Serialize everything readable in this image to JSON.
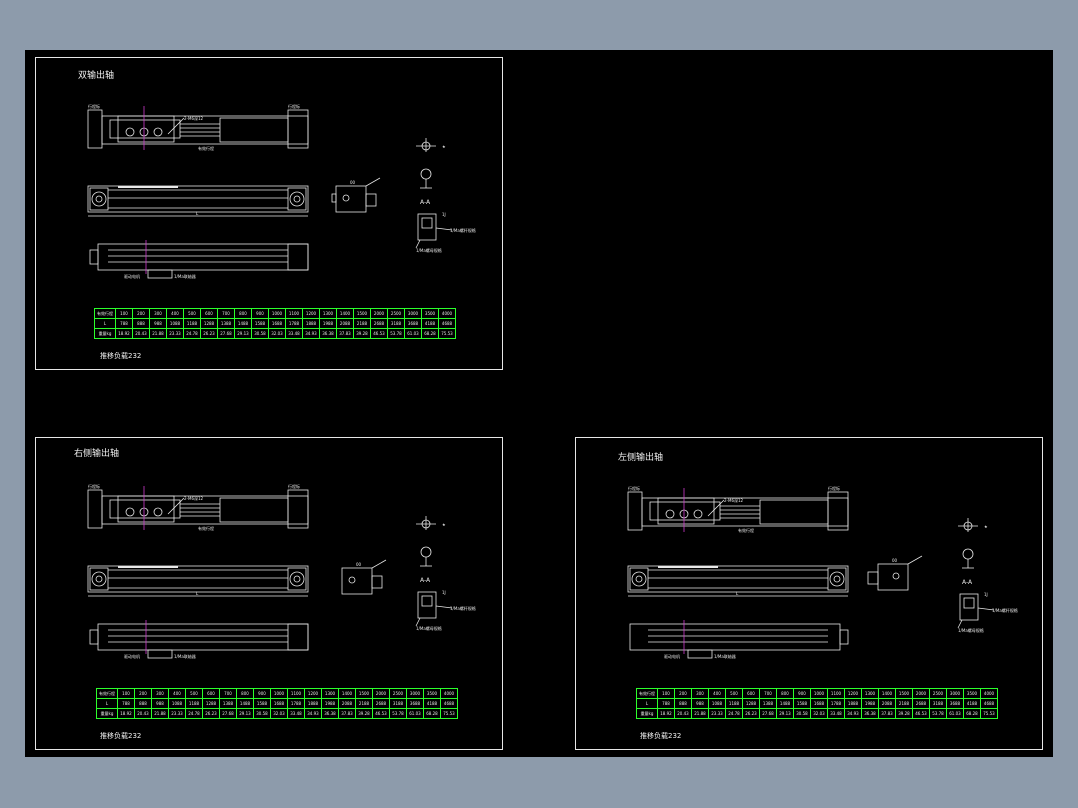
{
  "sheets": [
    {
      "id": "double",
      "title": "双输出轴",
      "note": "推移负载232",
      "rows": [
        {
          "label": "有效行程",
          "values": [
            "100",
            "200",
            "300",
            "400",
            "500",
            "600",
            "700",
            "800",
            "900",
            "1000",
            "1100",
            "1200",
            "1300",
            "1400",
            "1500",
            "2000",
            "2500",
            "3000",
            "3500",
            "4000"
          ]
        },
        {
          "label": "L",
          "values": [
            "788",
            "888",
            "988",
            "1088",
            "1188",
            "1288",
            "1388",
            "1488",
            "1588",
            "1688",
            "1788",
            "1888",
            "1988",
            "2088",
            "2188",
            "2688",
            "3188",
            "3688",
            "4188",
            "4688"
          ]
        },
        {
          "label": "重量kg",
          "values": [
            "18.92",
            "20.43",
            "21.88",
            "23.33",
            "24.78",
            "26.23",
            "27.68",
            "29.13",
            "30.58",
            "32.03",
            "33.48",
            "34.93",
            "36.38",
            "37.83",
            "39.28",
            "46.53",
            "53.78",
            "61.03",
            "68.28",
            "75.53"
          ]
        }
      ]
    },
    {
      "id": "right",
      "title": "右侧输出轴",
      "note": "推移负载232",
      "rows": [
        {
          "label": "有效行程",
          "values": [
            "100",
            "200",
            "300",
            "400",
            "500",
            "600",
            "700",
            "800",
            "900",
            "1000",
            "1100",
            "1200",
            "1300",
            "1400",
            "1500",
            "2000",
            "2500",
            "3000",
            "3500",
            "4000"
          ]
        },
        {
          "label": "L",
          "values": [
            "788",
            "888",
            "988",
            "1088",
            "1188",
            "1288",
            "1388",
            "1488",
            "1588",
            "1688",
            "1788",
            "1888",
            "1988",
            "2088",
            "2188",
            "2688",
            "3188",
            "3688",
            "4188",
            "4688"
          ]
        },
        {
          "label": "重量kg",
          "values": [
            "18.92",
            "20.43",
            "21.88",
            "23.33",
            "24.78",
            "26.23",
            "27.68",
            "29.13",
            "30.58",
            "32.03",
            "33.48",
            "34.93",
            "36.38",
            "37.83",
            "39.28",
            "46.53",
            "53.78",
            "61.03",
            "68.28",
            "75.53"
          ]
        }
      ]
    },
    {
      "id": "left",
      "title": "左侧输出轴",
      "note": "推移负载232",
      "rows": [
        {
          "label": "有效行程",
          "values": [
            "100",
            "200",
            "300",
            "400",
            "500",
            "600",
            "700",
            "800",
            "900",
            "1000",
            "1100",
            "1200",
            "1300",
            "1400",
            "1500",
            "2000",
            "2500",
            "3000",
            "3500",
            "4000"
          ]
        },
        {
          "label": "L",
          "values": [
            "788",
            "888",
            "988",
            "1088",
            "1188",
            "1288",
            "1388",
            "1488",
            "1588",
            "1688",
            "1788",
            "1888",
            "1988",
            "2088",
            "2188",
            "2688",
            "3188",
            "3688",
            "4188",
            "4688"
          ]
        },
        {
          "label": "重量kg",
          "values": [
            "18.92",
            "20.43",
            "21.88",
            "23.33",
            "24.78",
            "26.23",
            "27.68",
            "29.13",
            "30.58",
            "32.03",
            "33.48",
            "34.93",
            "36.38",
            "37.83",
            "39.28",
            "46.53",
            "53.78",
            "61.03",
            "68.28",
            "75.53"
          ]
        }
      ]
    }
  ],
  "section_label": "A-A",
  "colors": {
    "background": "#000000",
    "frame": "#e6e6e6",
    "table_grid": "#2bff2b",
    "accent": "#d03ad0"
  }
}
